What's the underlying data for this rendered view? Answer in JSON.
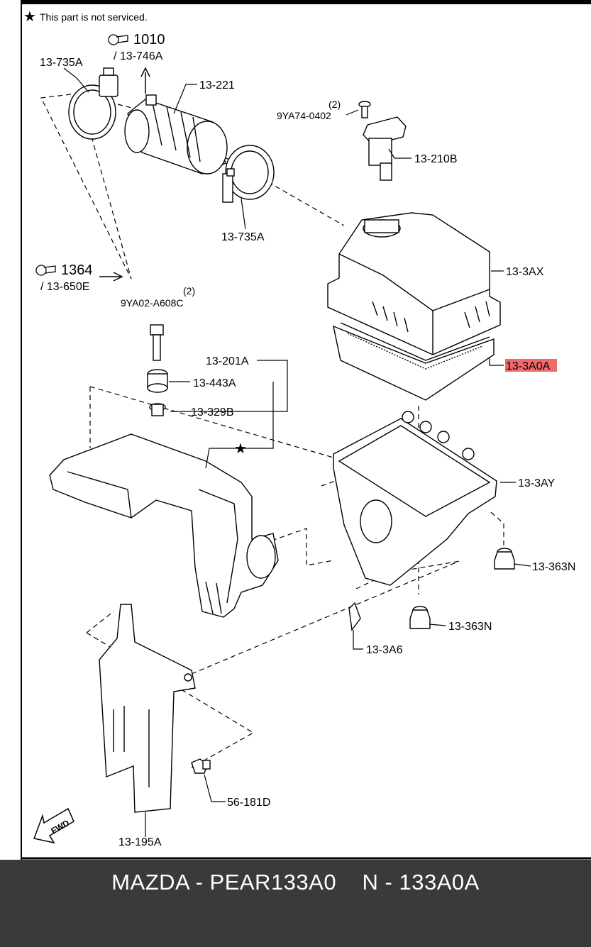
{
  "header": {
    "star_symbol": "★",
    "note": "This part is not serviced."
  },
  "refs": [
    {
      "ref_id": "ref-1010",
      "main": "1010",
      "sub": "/ 13-746A"
    },
    {
      "ref_id": "ref-1364",
      "main": "1364",
      "sub": "/ 13-650E"
    }
  ],
  "parts": [
    {
      "label": "13-735A"
    },
    {
      "label": "13-221"
    },
    {
      "label": "(2)"
    },
    {
      "label": "9YA74-0402"
    },
    {
      "label": "13-210B"
    },
    {
      "label": "13-735A"
    },
    {
      "label": "13-3AX"
    },
    {
      "label": "(2)"
    },
    {
      "label": "9YA02-A608C"
    },
    {
      "label": "13-201A"
    },
    {
      "label": "13-3A0A",
      "highlighted": true
    },
    {
      "label": "13-443A"
    },
    {
      "label": "13-329B"
    },
    {
      "label": "13-3AY"
    },
    {
      "label": "13-363N"
    },
    {
      "label": "13-363N"
    },
    {
      "label": "13-3A6"
    },
    {
      "label": "56-181D"
    },
    {
      "label": "13-195A"
    }
  ],
  "fwd_label": "FWD",
  "highlight_color": "#f06a6a",
  "footer": {
    "text": "MAZDA - PEAR133A0    N - 133A0A"
  }
}
